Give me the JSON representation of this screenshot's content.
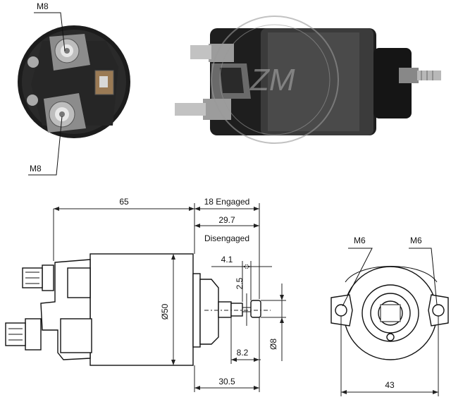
{
  "photo_labels": {
    "top": "M8",
    "bottom": "M8"
  },
  "dimensions": {
    "len_65": "65",
    "engaged": "18 Engaged",
    "travel": "29.7",
    "disengaged": "Disengaged",
    "d41": "4.1",
    "d25": "2.5",
    "dia50": "Ø50",
    "d82": "8.2",
    "dia8": "Ø8",
    "d305": "30.5",
    "m6_left": "M6",
    "m6_right": "M6",
    "d43": "43"
  },
  "colors": {
    "body_dark": "#1a1a1a",
    "body_mid": "#3a3a3a",
    "metal": "#c8c8c8",
    "watermark": "#9a9a9a"
  },
  "icons": {
    "logo": "zm-logo-watermark"
  }
}
